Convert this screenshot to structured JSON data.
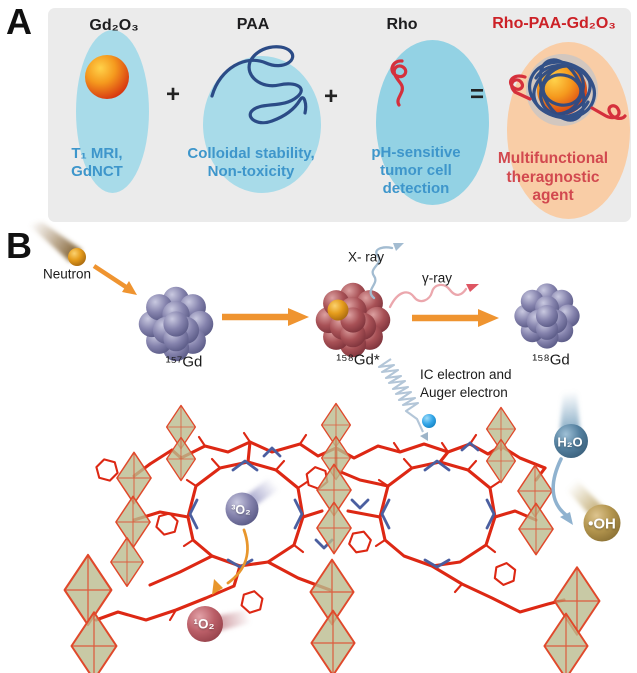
{
  "figure": {
    "panel_a": {
      "label": "A",
      "items": [
        {
          "title": "Gd₂O₃",
          "caption": "T₁ MRI,\nGdNCT"
        },
        {
          "title": "PAA",
          "caption": "Colloidal stability,\nNon-toxicity"
        },
        {
          "title": "Rho",
          "caption": "pH-sensitive\ntumor cell\ndetection"
        },
        {
          "title": "Rho-PAA-Gd₂O₃",
          "caption": "Multifunctional\ntheragnostic\nagent"
        }
      ],
      "op_plus_1": "+",
      "op_plus_2": "+",
      "op_equals": "="
    },
    "panel_b": {
      "label": "B",
      "neutron": "Neutron",
      "gd157": "¹⁵⁷Gd",
      "gd158_excited": "¹⁵⁸Gd*",
      "gd158": "¹⁵⁸Gd",
      "xray": "X- ray",
      "gamma_ray": "γ-ray",
      "electrons": "IC electron and\nAuger electron",
      "water": "H₂O",
      "hydroxyl": "•OH",
      "triplet_oxygen": "³O₂",
      "singlet_oxygen": "¹O₂"
    }
  },
  "colors": {
    "panel_bg": "#ebebeb",
    "ellipse_blue": "#a8dbe9",
    "ellipse_blue_deep": "#93d2e4",
    "ellipse_orange": "#f9cda6",
    "blue_text": "#3e96cb",
    "red_text": "#cc2127",
    "red_caption": "#d2494f",
    "black_text": "#1d1d1f",
    "arrow_orange": "#ef9430",
    "polymer_navy": "#2b4b86",
    "rho_red": "#d5303c",
    "mof_red": "#dd2814",
    "mof_blue": "#4b5fa0",
    "octa_edge": "#e0492c",
    "xray_wave": "#a3bcd1",
    "gamma_wave": "#eba7ad",
    "spring_blue": "#b3c6d8"
  }
}
